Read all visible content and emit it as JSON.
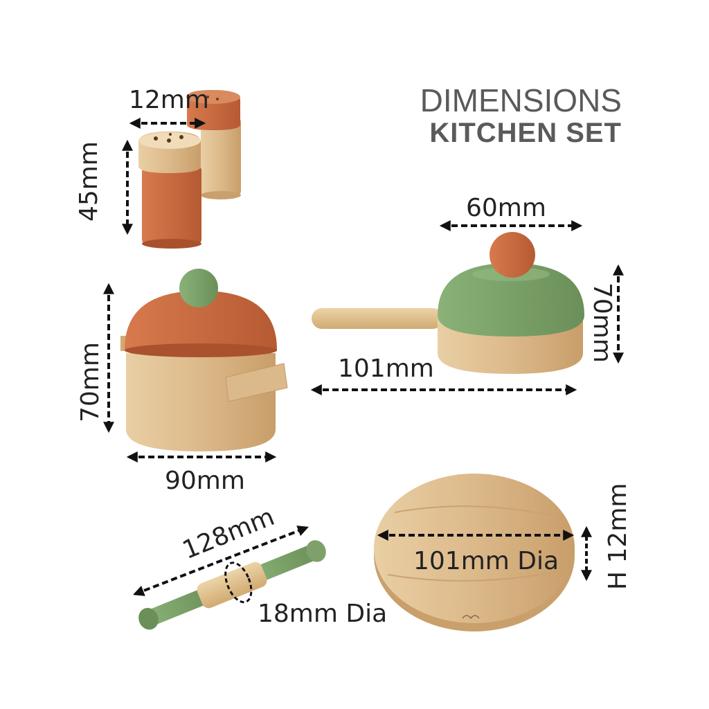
{
  "title": {
    "line1": "DIMENSIONS",
    "line2": "KITCHEN SET"
  },
  "labels": {
    "shaker_width": "12mm",
    "shaker_height": "45mm",
    "pan_width": "60mm",
    "pan_height": "70mm",
    "pan_length": "101mm",
    "pot_height": "70mm",
    "pot_width": "90mm",
    "rolling_pin_length": "128mm",
    "rolling_pin_dia": "18mm Dia",
    "board_dia": "101mm Dia",
    "board_height": "H 12mm"
  },
  "colors": {
    "wood": "#dcb98a",
    "terracotta": "#c96a3f",
    "sage": "#7ea06a",
    "text": "#222222",
    "title": "#5a5a5a"
  }
}
